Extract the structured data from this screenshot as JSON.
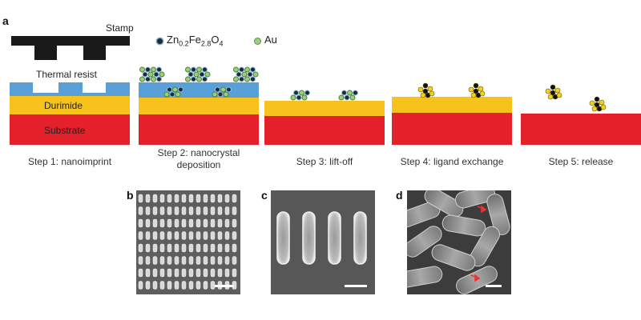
{
  "panel_a": {
    "letter": "a",
    "stamp_label": "Stamp",
    "resist_label": "Thermal resist",
    "durimide_label": "Durimide",
    "substrate_label": "Substrate",
    "legend": {
      "zn_base": "Zn",
      "zn_sub1": "0.2",
      "zn_mid": "Fe",
      "zn_sub2": "2.8",
      "zn_end": "O",
      "zn_sub3": "4",
      "au": "Au"
    },
    "steps": [
      {
        "line1": "Step 1: nanoimprint",
        "line2": ""
      },
      {
        "line1": "Step 2: nanocrystal",
        "line2": "deposition"
      },
      {
        "line1": "Step 3:  lift-off",
        "line2": ""
      },
      {
        "line1": "Step 4: ligand exchange",
        "line2": ""
      },
      {
        "line1": "Step 5: release",
        "line2": ""
      }
    ]
  },
  "panel_b": {
    "letter": "b"
  },
  "panel_c": {
    "letter": "c"
  },
  "panel_d": {
    "letter": "d"
  },
  "colors": {
    "stamp": "#1a1a1a",
    "resist": "#5aa0d8",
    "durimide": "#f7c21c",
    "substrate": "#e4202a",
    "zn_particle": "#1c2a3a",
    "au_particle": "#9ad07a"
  }
}
